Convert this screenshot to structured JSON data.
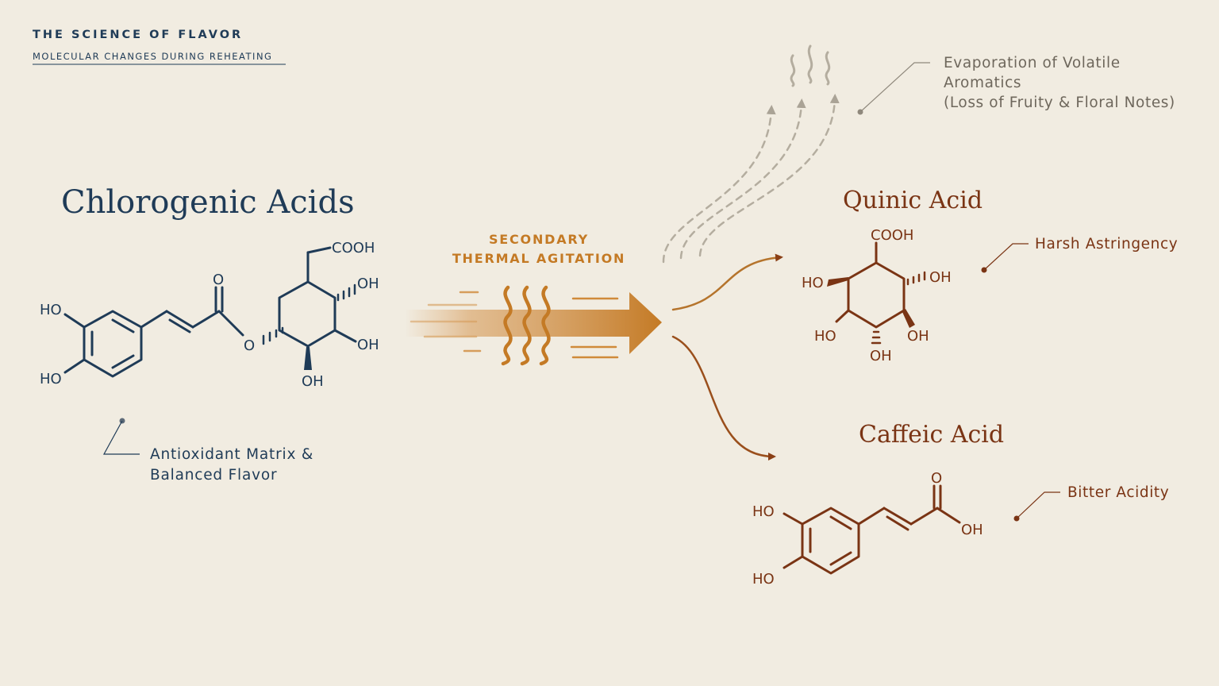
{
  "header": {
    "title": "THE SCIENCE OF FLAVOR",
    "subtitle": "MOLECULAR CHANGES DURING REHEATING"
  },
  "chlorogenic": {
    "name": "Chlorogenic Acids",
    "labels": {
      "ho_top": "HO",
      "ho_bottom": "HO",
      "carbonyl_o": "O",
      "ester_o": "O",
      "cooh": "COOH",
      "oh_1": "OH",
      "oh_2": "OH",
      "oh_3": "OH"
    },
    "note_line1": "Antioxidant Matrix &",
    "note_line2": "Balanced Flavor"
  },
  "process": {
    "line1": "SECONDARY",
    "line2": "THERMAL AGITATION"
  },
  "volatile": {
    "line1": "Evaporation of Volatile",
    "line2": "Aromatics",
    "line3": "(Loss of Fruity & Floral Notes)"
  },
  "quinic": {
    "name": "Quinic Acid",
    "labels": {
      "cooh": "COOH",
      "ho_left": "HO",
      "oh_right": "OH",
      "ho_lower": "HO",
      "oh_lower": "OH",
      "oh_bottom": "OH"
    },
    "note": "Harsh Astringency"
  },
  "caffeic": {
    "name": "Caffeic Acid",
    "labels": {
      "ho_top": "HO",
      "ho_bottom": "HO",
      "carbonyl_o": "O",
      "oh": "OH"
    },
    "note": "Bitter Acidity"
  },
  "colors": {
    "background": "#f1ece1",
    "navy": "#1f3b57",
    "orange": "#c47a25",
    "rust": "#7a3414",
    "grey": "#9e978b"
  }
}
